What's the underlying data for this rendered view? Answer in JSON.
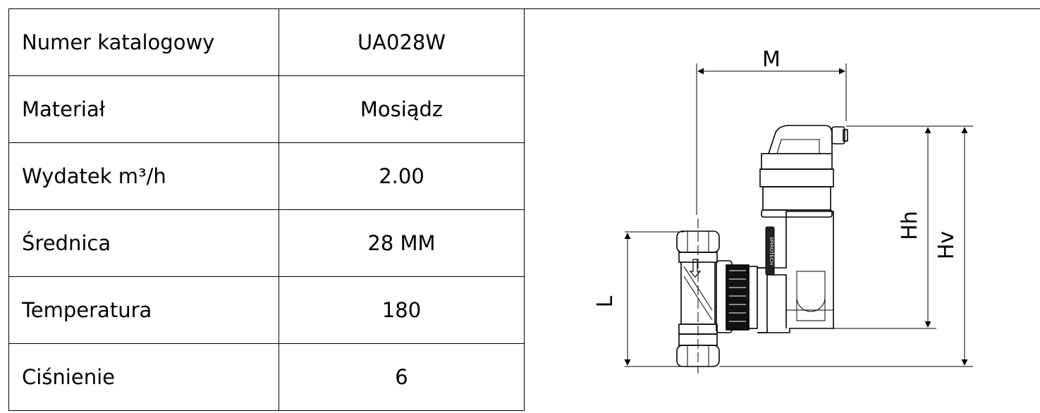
{
  "spec_table": {
    "rows": [
      {
        "label": "Numer katalogowy",
        "value": "UA028W"
      },
      {
        "label": "Materiał",
        "value": "Mosiądz"
      },
      {
        "label": "Wydatek m³/h",
        "value": "2.00"
      },
      {
        "label": "Średnica",
        "value": "28 MM"
      },
      {
        "label": "Temperatura",
        "value": "180"
      },
      {
        "label": "Ciśnienie",
        "value": "6"
      }
    ]
  },
  "drawing": {
    "dim_labels": {
      "m": "M",
      "l": "L",
      "hh": "Hh",
      "hv": "Hv"
    },
    "brand_mark": "SPIROTECH"
  }
}
